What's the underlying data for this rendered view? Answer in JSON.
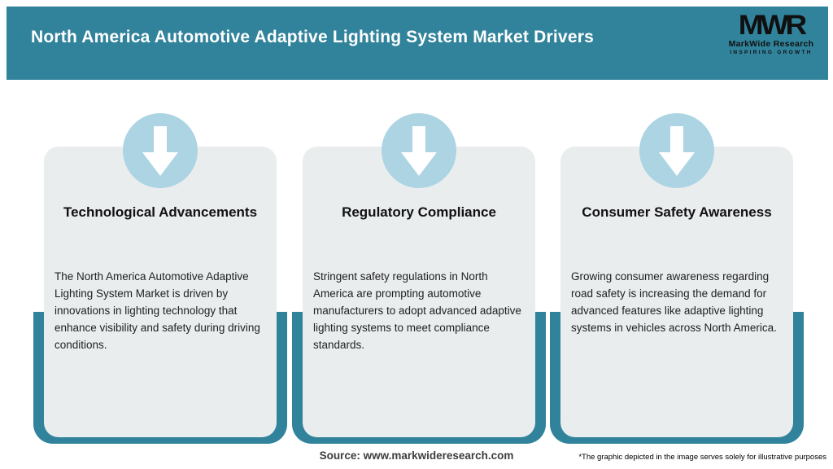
{
  "header": {
    "title": "North America Automotive Adaptive Lighting System Market Drivers",
    "logo": {
      "monogram": "MWR",
      "name": "MarkWide Research",
      "tagline": "INSPIRING GROWTH"
    }
  },
  "cards": [
    {
      "title": "Technological Advancements",
      "body": "The North America Automotive Adaptive Lighting System Market is driven by innovations in lighting technology that enhance visibility and safety during driving conditions."
    },
    {
      "title": "Regulatory Compliance",
      "body": "Stringent safety regulations in North America are prompting automotive manufacturers to adopt advanced adaptive lighting systems to meet compliance standards."
    },
    {
      "title": "Consumer Safety Awareness",
      "body": "Growing consumer awareness regarding road safety is increasing the demand for advanced features like adaptive lighting systems in vehicles across North America."
    }
  ],
  "footer": {
    "source": "Source: www.markwideresearch.com",
    "disclaimer": "*The graphic depicted in the image serves solely for illustrative purposes"
  },
  "colors": {
    "teal": "#31839B",
    "card_bg": "#E9EDEE",
    "circle_bg": "#ACD4E3",
    "arrow": "#FFFFFF",
    "header_text": "#FFFFFF",
    "card_title": "#111111",
    "body_text": "#1F1F1F",
    "source_text": "#3D3D3D",
    "logo_text": "#101010"
  }
}
